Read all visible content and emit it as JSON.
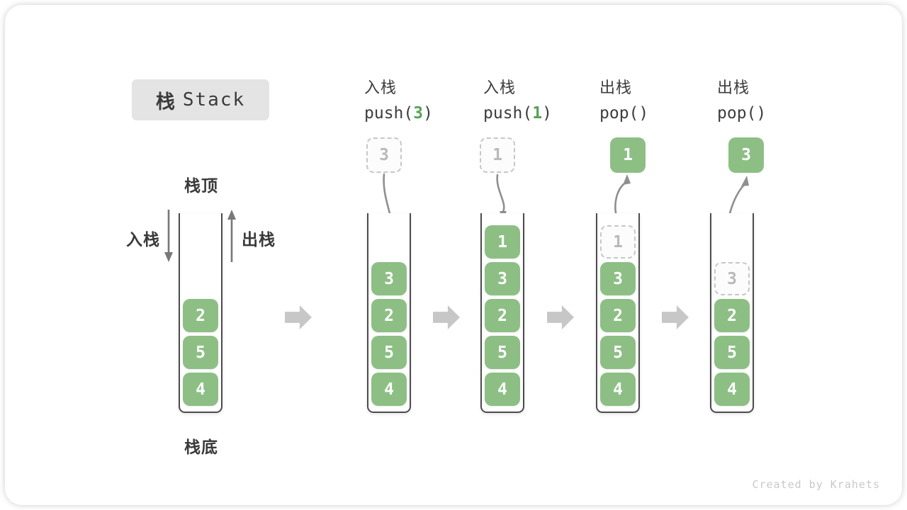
{
  "title": {
    "zh": "栈",
    "en": "Stack"
  },
  "legend": {
    "stack_top": "栈顶",
    "stack_bottom": "栈底",
    "push_side": "入栈",
    "pop_side": "出栈"
  },
  "watermark": "Created by Krahets",
  "colors": {
    "cell_green": "#8dbf85",
    "code_arg_green": "#55a357",
    "ghost_border_gray": "#c7c7c7",
    "curve_arrow_gray": "#8f8f8f",
    "block_arrow_gray": "#c7c7c7",
    "title_box_bg": "#e4e4e4",
    "text_dark": "#3a3a3a"
  },
  "stages": [
    {
      "id": "initial",
      "cells": [
        {
          "value": "2"
        },
        {
          "value": "5"
        },
        {
          "value": "4"
        }
      ]
    },
    {
      "id": "push-3",
      "op": {
        "zh": "入栈",
        "pre": "push(",
        "arg": "3",
        "post": ")"
      },
      "floating": {
        "value": "3",
        "variant": "dashed"
      },
      "cells": [
        {
          "value": "3"
        },
        {
          "value": "2"
        },
        {
          "value": "5"
        },
        {
          "value": "4"
        }
      ]
    },
    {
      "id": "push-1",
      "op": {
        "zh": "入栈",
        "pre": "push(",
        "arg": "1",
        "post": ")"
      },
      "floating": {
        "value": "1",
        "variant": "dashed"
      },
      "cells": [
        {
          "value": "1"
        },
        {
          "value": "3"
        },
        {
          "value": "2"
        },
        {
          "value": "5"
        },
        {
          "value": "4"
        }
      ]
    },
    {
      "id": "pop-1",
      "op": {
        "zh": "出栈",
        "pre": "pop(",
        "arg": "",
        "post": ")"
      },
      "floating": {
        "value": "1",
        "variant": "solid"
      },
      "cells": [
        {
          "value": "1",
          "ghost": true
        },
        {
          "value": "3"
        },
        {
          "value": "2"
        },
        {
          "value": "5"
        },
        {
          "value": "4"
        }
      ]
    },
    {
      "id": "pop-3",
      "op": {
        "zh": "出栈",
        "pre": "pop(",
        "arg": "",
        "post": ")"
      },
      "floating": {
        "value": "3",
        "variant": "solid"
      },
      "cells": [
        {
          "value": "3",
          "ghost": true
        },
        {
          "value": "2"
        },
        {
          "value": "5"
        },
        {
          "value": "4"
        }
      ]
    }
  ]
}
